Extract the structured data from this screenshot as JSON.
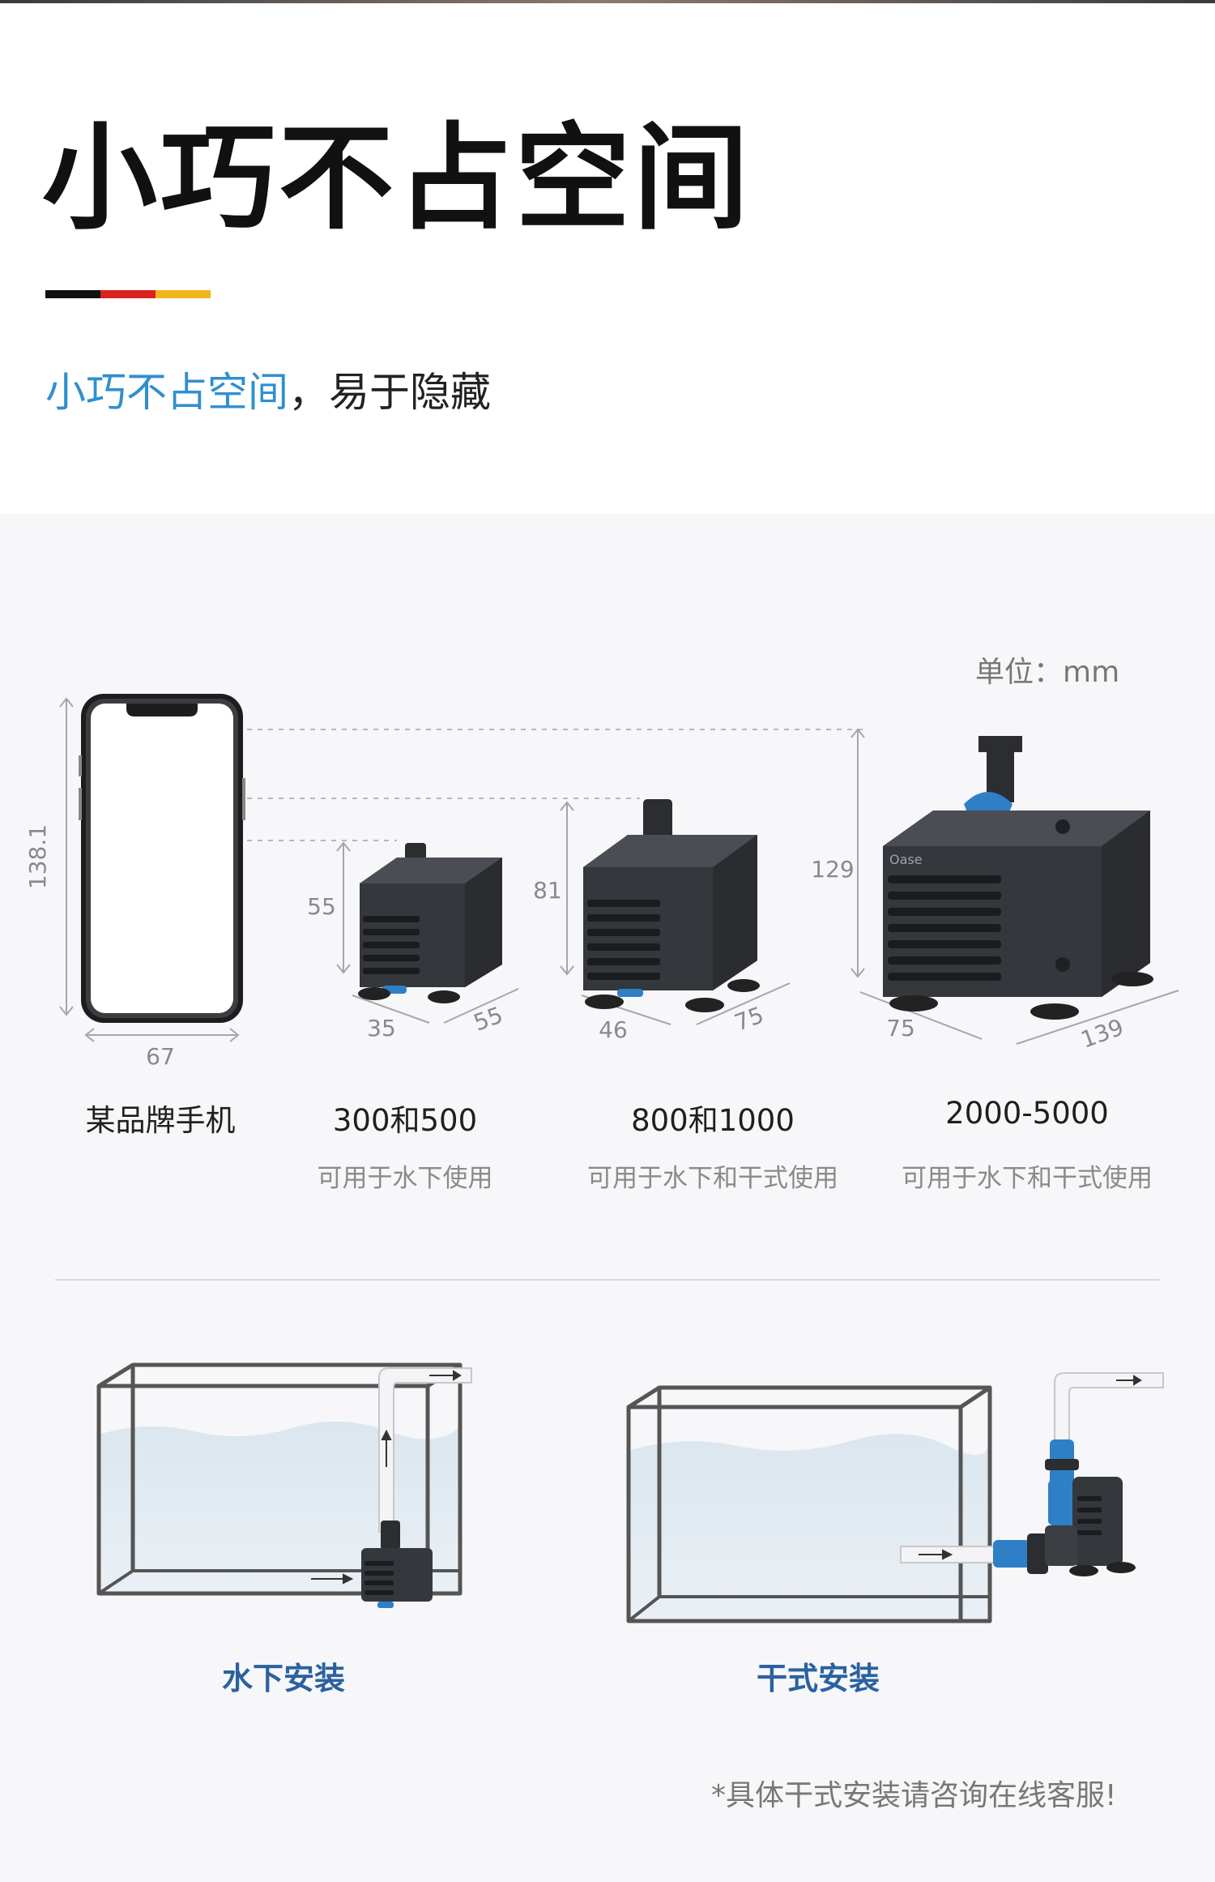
{
  "header": {
    "title": "小巧不占空间",
    "subtitle_highlight": "小巧不占空间",
    "subtitle_rest": "，易于隐藏",
    "flag_colors": [
      "#111111",
      "#d9241e",
      "#f2b61b"
    ]
  },
  "unit_label": "单位：mm",
  "dimensions": {
    "phone_height": "138.1",
    "phone_width": "67",
    "pump_small_height": "55",
    "pump_small_depth": "35",
    "pump_small_width": "55",
    "pump_medium_height": "81",
    "pump_medium_depth": "46",
    "pump_medium_width": "75",
    "pump_large_height": "129",
    "pump_large_depth": "75",
    "pump_large_width": "139"
  },
  "brand_badge": "Oase",
  "products": [
    {
      "name": "某品牌手机",
      "note": ""
    },
    {
      "name": "300和500",
      "note": "可用于水下使用"
    },
    {
      "name": "800和1000",
      "note": "可用于水下和干式使用"
    },
    {
      "name": "2000-5000",
      "note": "可用于水下和干式使用"
    }
  ],
  "installation": {
    "submerged_label": "水下安装",
    "dry_label": "干式安装"
  },
  "footnote": "*具体干式安装请咨询在线客服!",
  "colors": {
    "accent_blue": "#2f8fcf",
    "install_blue": "#2a62a0",
    "water": "#dbe6ef",
    "tank_frame": "#555555",
    "pump_body": "#3a3d42",
    "pump_clip": "#2f7fc7"
  }
}
